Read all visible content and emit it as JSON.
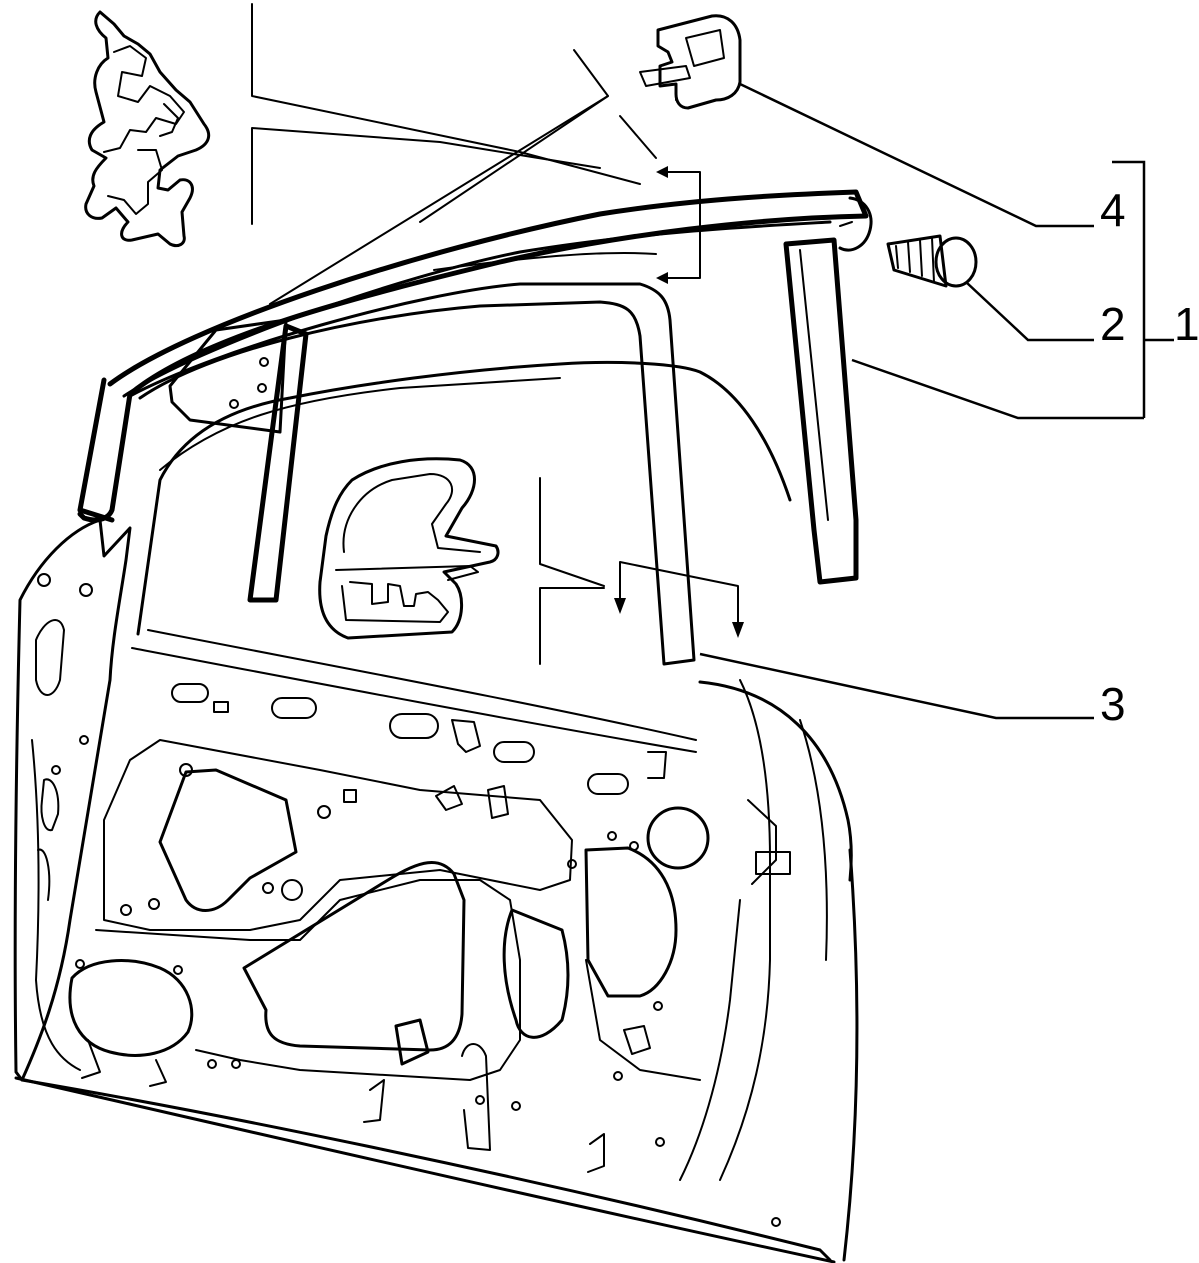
{
  "callouts": [
    {
      "id": "4",
      "label": "4"
    },
    {
      "id": "2",
      "label": "2"
    },
    {
      "id": "1",
      "label": "1"
    },
    {
      "id": "3",
      "label": "3"
    }
  ],
  "colors": {
    "ink": "#000000",
    "paper": "#ffffff"
  }
}
